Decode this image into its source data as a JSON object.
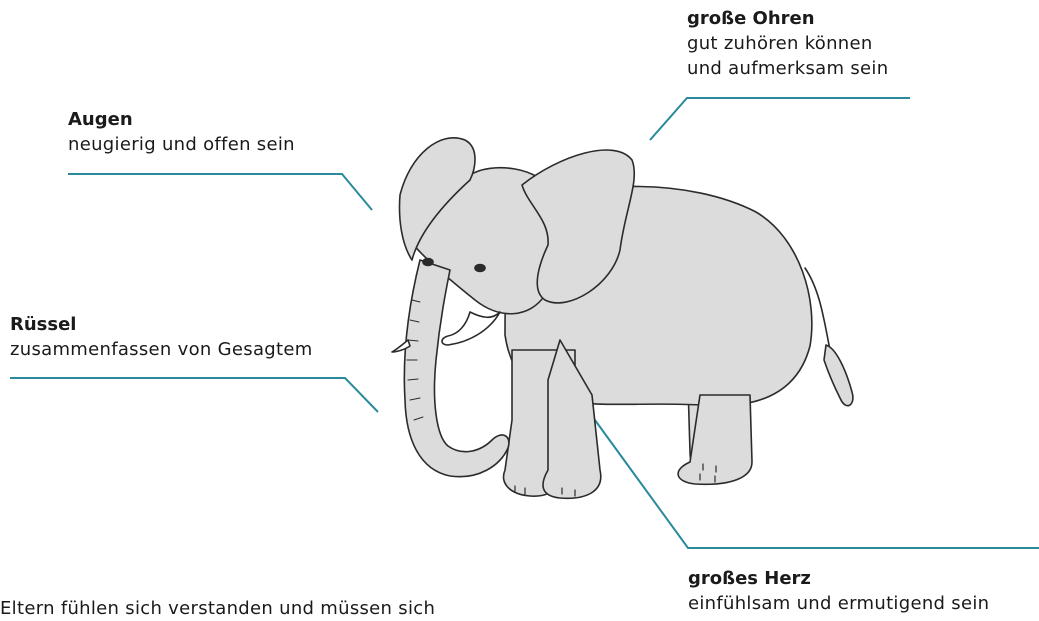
{
  "annotations": {
    "ears": {
      "title": "große Ohren",
      "lines": [
        "gut zuhören können",
        "und aufmerksam sein"
      ]
    },
    "eyes": {
      "title": "Augen",
      "lines": [
        "neugierig und offen sein"
      ]
    },
    "trunk": {
      "title": "Rüssel",
      "lines": [
        "zusammenfassen von Gesagtem"
      ]
    },
    "heart": {
      "title": "großes Herz",
      "lines": [
        "einfühlsam und ermutigend sein"
      ]
    }
  },
  "footer_text": "Eltern fühlen sich verstanden und müssen sich",
  "colors": {
    "leader_line": "#2a8a9c",
    "elephant_fill": "#dcdcdc",
    "outline": "#2b2b2b"
  }
}
